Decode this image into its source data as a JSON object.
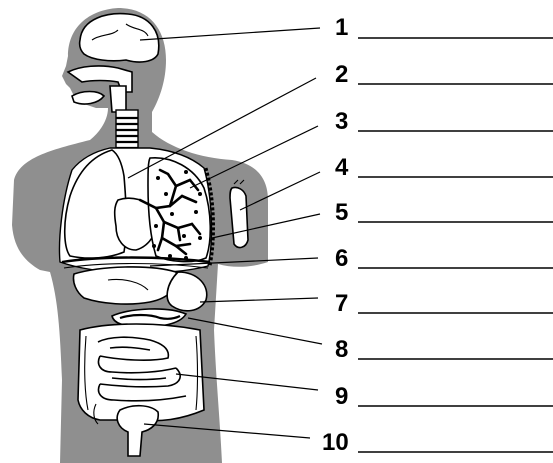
{
  "labels": [
    {
      "number": "1"
    },
    {
      "number": "2"
    },
    {
      "number": "3"
    },
    {
      "number": "4"
    },
    {
      "number": "5"
    },
    {
      "number": "6"
    },
    {
      "number": "7"
    },
    {
      "number": "8"
    },
    {
      "number": "9"
    },
    {
      "number": "10"
    }
  ],
  "colors": {
    "body_fill": "#8f8f8f",
    "organ_fill": "#ffffff",
    "line": "#000000"
  }
}
